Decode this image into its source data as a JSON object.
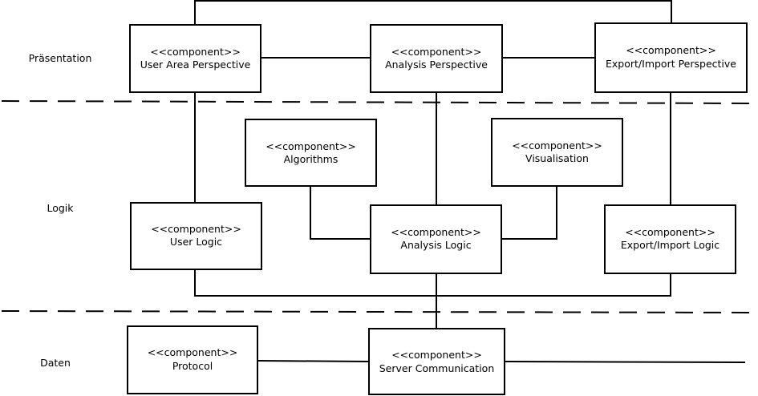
{
  "layers": {
    "presentation": "Präsentation",
    "logic": "Logik",
    "data": "Daten"
  },
  "components": {
    "user_area_perspective": {
      "stereotype": "<<component>>",
      "name": "User Area Perspective"
    },
    "analysis_perspective": {
      "stereotype": "<<component>>",
      "name": "Analysis Perspective"
    },
    "export_import_perspective": {
      "stereotype": "<<component>>",
      "name": "Export/Import Perspective"
    },
    "algorithms": {
      "stereotype": "<<component>>",
      "name": "Algorithms"
    },
    "visualisation": {
      "stereotype": "<<component>>",
      "name": "Visualisation"
    },
    "user_logic": {
      "stereotype": "<<component>>",
      "name": "User Logic"
    },
    "analysis_logic": {
      "stereotype": "<<component>>",
      "name": "Analysis Logic"
    },
    "export_import_logic": {
      "stereotype": "<<component>>",
      "name": "Export/Import Logic"
    },
    "protocol": {
      "stereotype": "<<component>>",
      "name": "Protocol"
    },
    "server_communication": {
      "stereotype": "<<component>>",
      "name": "Server Communication"
    }
  }
}
